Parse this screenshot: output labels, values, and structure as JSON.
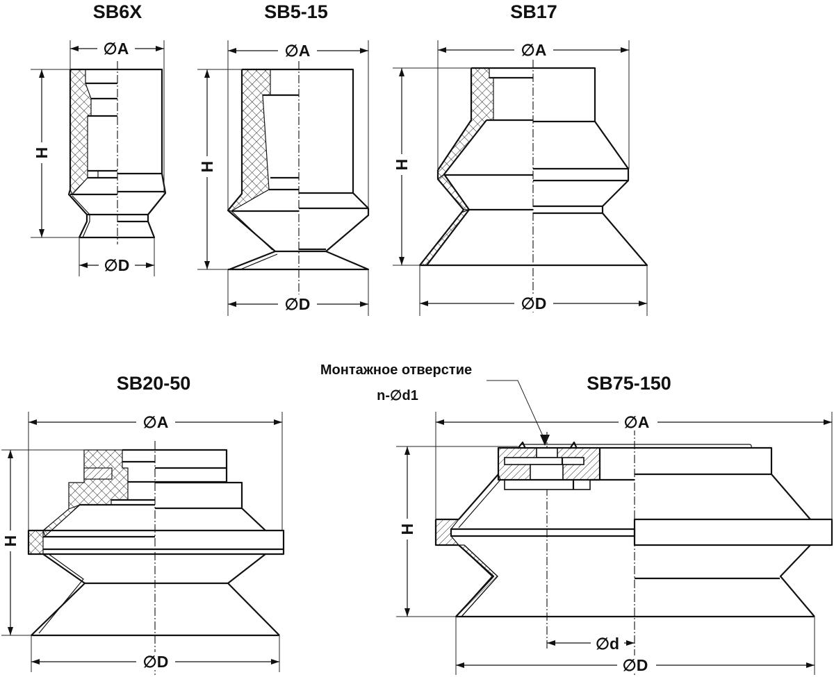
{
  "figures": [
    {
      "title": "SB6X",
      "dia_a": "∅A",
      "dia_d": "∅D",
      "height": "H"
    },
    {
      "title": "SB5-15",
      "dia_a": "∅A",
      "dia_d": "∅D",
      "height": "H"
    },
    {
      "title": "SB17",
      "dia_a": "∅A",
      "dia_d": "∅D",
      "height": "H"
    },
    {
      "title": "SB20-50",
      "dia_a": "∅A",
      "dia_d": "∅D",
      "height": "H"
    },
    {
      "title": "SB75-150",
      "dia_a": "∅A",
      "dia_d": "∅D",
      "height": "H",
      "dia_small_d": "∅d",
      "mounting_hole_label": "Монтажное отверстие",
      "mounting_hole_spec": "n-∅d1"
    }
  ]
}
